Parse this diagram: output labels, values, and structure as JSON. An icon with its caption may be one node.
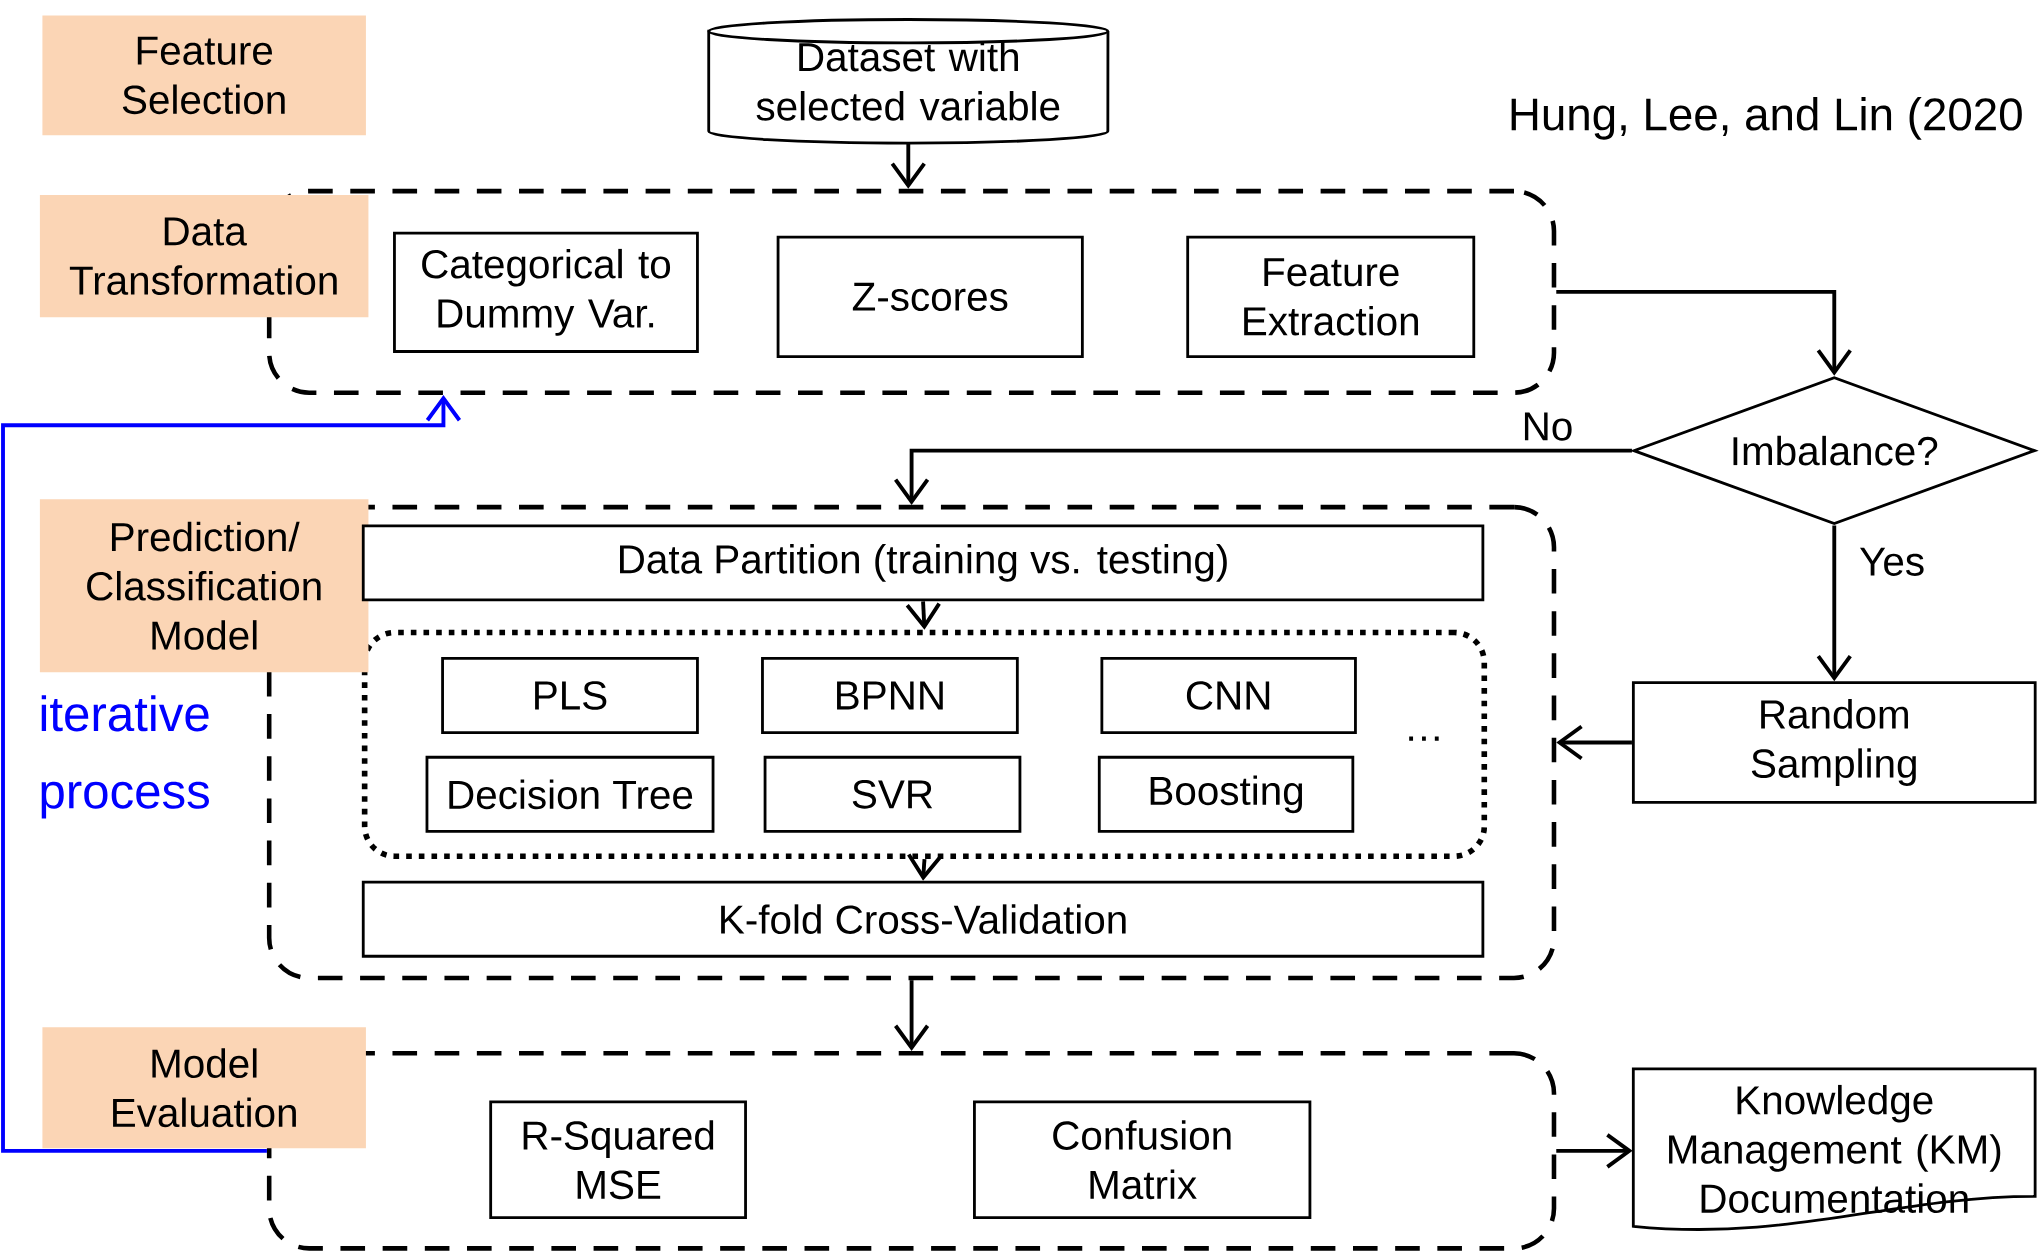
{
  "diagram": {
    "nodes": [
      {
        "text": [
          "Feature Selection"
        ]
      },
      {
        "text": [
          "Dataset with selected variable"
        ]
      },
      {
        "text": [
          "Data Transformation"
        ]
      },
      {
        "text": [],
        "shape": "box"
      },
      {
        "text": [
          "Categorical to Dummy Var."
        ],
        "in": 3
      },
      {
        "text": [
          "Z-scores"
        ],
        "in": 3
      },
      {
        "text": [
          "Feature Extraction"
        ],
        "in": 3
      },
      {
        "text": [
          "Imbalance?"
        ]
      },
      {
        "text": [
          "Prediction/ Classification Model"
        ]
      },
      {
        "text": [],
        "shape": "box"
      },
      {
        "text": [
          "Data Partition (training vs. testing)"
        ],
        "in": 9
      },
      {
        "text": [],
        "shape": "box",
        "in": 9
      },
      {
        "text": [
          "PLS"
        ],
        "in": 11
      },
      {
        "text": [
          "BPNN"
        ],
        "in": 11
      },
      {
        "text": [
          "CNN"
        ],
        "in": 11
      },
      {
        "text": [
          "Decision Tree"
        ],
        "in": 11
      },
      {
        "text": [
          "SVR"
        ],
        "in": 11
      },
      {
        "text": [
          "Boosting"
        ],
        "in": 11
      },
      {
        "text": [
          "K-fold Cross-Validation"
        ],
        "in": 9
      },
      {
        "text": [
          "Random Sampling"
        ]
      },
      {
        "text": [
          "Model Evaluation"
        ]
      },
      {
        "text": [],
        "shape": "box"
      },
      {
        "text": [
          "R-Squared MSE"
        ],
        "in": 21
      },
      {
        "text": [
          "Confusion Matrix"
        ],
        "in": 21
      },
      {
        "text": [
          "Knowledge Management (KM) Documentation"
        ]
      }
    ],
    "edges": [
      {
        "from": 1,
        "to": 3,
        "arrow": "to"
      },
      {
        "from": 3,
        "to": 7,
        "arrow": "to"
      },
      {
        "from": 7,
        "to": 9,
        "arrow": "to",
        "label": "No"
      },
      {
        "from": 7,
        "to": 19,
        "arrow": "to",
        "label": "Yes"
      },
      {
        "from": 19,
        "to": 9,
        "arrow": "to"
      },
      {
        "from": 10,
        "to": 11,
        "arrow": "to"
      },
      {
        "from": 11,
        "to": 18,
        "arrow": "to"
      },
      {
        "from": 9,
        "to": 21,
        "arrow": "to"
      },
      {
        "from": 21,
        "to": 24,
        "arrow": "to"
      },
      {
        "from": 21,
        "to": 3,
        "arrow": "to",
        "color": "#0000ff"
      }
    ],
    "labels": [
      "Hung, Lee, and Lin (2020",
      "iterative process",
      "…"
    ]
  }
}
